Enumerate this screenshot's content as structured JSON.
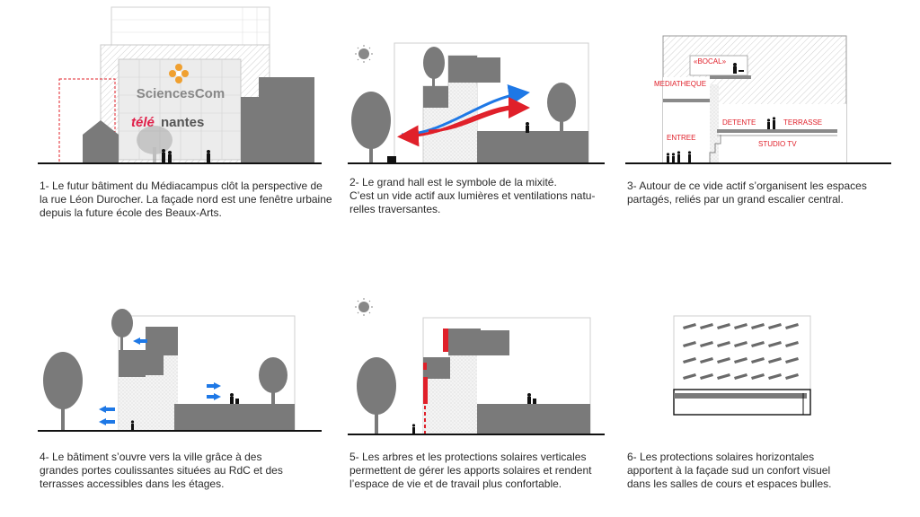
{
  "panels": [
    {
      "caption": [
        "1- Le futur bâtiment du Médiacampus clôt la perspective de",
        "la rue Léon Durocher. La façade nord est une fenêtre urbaine",
        "depuis la future école des Beaux-Arts."
      ],
      "logos": {
        "sciencescom": "SciencesCom",
        "tele": "télé",
        "nantes": "nantes"
      }
    },
    {
      "caption": [
        "2- Le grand hall est le symbole de la mixité.",
        "C’est un vide actif aux lumières et ventilations natu-",
        "relles traversantes."
      ]
    },
    {
      "caption": [
        "3- Autour de ce vide actif s’organisent les espaces",
        "partagés, reliés par un grand escalier central."
      ],
      "labels": {
        "bocal": "«BOCAL»",
        "mediatheque": "MEDIATHEQUE",
        "entree": "ENTREE",
        "detente": "DETENTE",
        "terrasse": "TERRASSE",
        "studio": "STUDIO TV"
      }
    },
    {
      "caption": [
        "4- Le bâtiment s’ouvre vers la ville grâce à des",
        "grandes portes coulissantes situées au RdC et des",
        "terrasses accessibles dans les étages."
      ]
    },
    {
      "caption": [
        "5- Les arbres et les protections solaires verticales",
        "permettent de gérer les apports solaires et rendent",
        "l’espace de vie et de travail plus confortable."
      ]
    },
    {
      "caption": [
        "6- Les protections solaires horizontales",
        "apportent à la façade sud un confort visuel",
        "dans les salles de cours et espaces bulles."
      ]
    }
  ],
  "colors": {
    "mass": "#7a7a7a",
    "dark": "#555555",
    "red": "#e0202a",
    "blue": "#1e78e6",
    "ground": "#111111"
  },
  "icons": [
    "sun-icon",
    "tree-icon",
    "person-icon",
    "arrow-icon"
  ]
}
